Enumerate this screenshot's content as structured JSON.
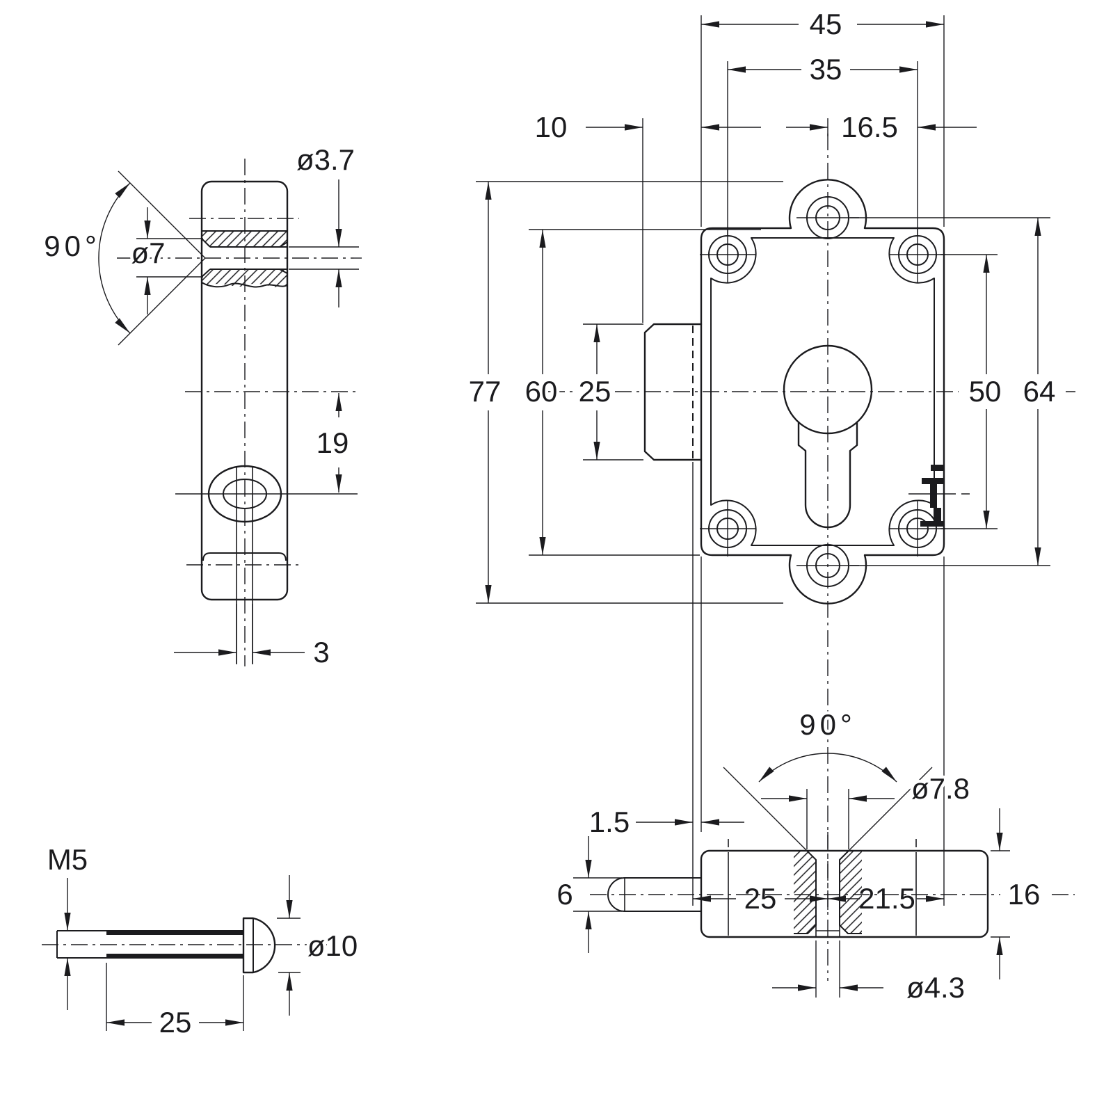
{
  "drawing": {
    "kind": "technical-dimension-drawing",
    "background": "#ffffff",
    "line_color": "#1b1b1e"
  },
  "views": {
    "side": {
      "label": "side-section-view",
      "dims": {
        "countersink_angle": "90°",
        "countersink_dia": "ø7",
        "hole_dia": "ø3.7",
        "hole_offset": "19",
        "slot_width": "3"
      }
    },
    "front": {
      "label": "front-view",
      "dims": {
        "overall_width": "45",
        "hole_spacing_width": "35",
        "latch_projection": "10",
        "center_to_holes_right": "16.5",
        "overall_height": "77",
        "body_height": "60",
        "latch_height": "25",
        "hole_spacing_height": "50",
        "tab_hole_spacing": "64",
        "faceplate_offset": "1.5",
        "center_from_left": "25",
        "center_from_right": "21.5"
      }
    },
    "bottom": {
      "label": "bottom-view",
      "dims": {
        "countersink_angle": "90°",
        "countersink_dia": "ø7.8",
        "pin_dia": "6",
        "body_depth": "16",
        "hole_dia": "ø4.3"
      }
    },
    "screw": {
      "label": "screw-view",
      "dims": {
        "thread": "M5",
        "head_dia": "ø10",
        "thread_length": "25"
      }
    }
  }
}
